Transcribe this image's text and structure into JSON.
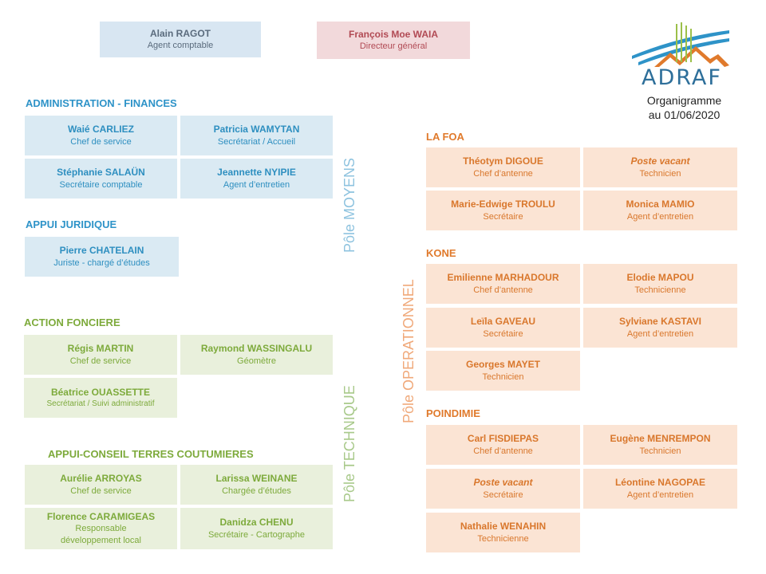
{
  "top": {
    "accountant": {
      "name": "Alain RAGOT",
      "role": "Agent comptable"
    },
    "director": {
      "name": "François Moe WAIA",
      "role": "Directeur général"
    }
  },
  "logo": {
    "text": "ADRAF"
  },
  "title": {
    "line1": "Organigramme",
    "line2": "au 01/06/2020"
  },
  "poles": {
    "moyens": "Pôle MOYENS",
    "technique": "Pôle TECHNIQUE",
    "operationnel": "Pôle OPERATIONNEL"
  },
  "sections": {
    "admin": {
      "title": "ADMINISTRATION - FINANCES",
      "people": [
        {
          "name": "Waié CARLIEZ",
          "role": "Chef de service"
        },
        {
          "name": "Patricia WAMYTAN",
          "role": "Secrétariat / Accueil"
        },
        {
          "name": "Stéphanie SALAÜN",
          "role": "Secrétaire comptable"
        },
        {
          "name": "Jeannette NYIPIE",
          "role": "Agent d’entretien"
        }
      ]
    },
    "juridique": {
      "title": "APPUI JURIDIQUE",
      "people": [
        {
          "name": "Pierre CHATELAIN",
          "role": "Juriste - chargé d’études"
        }
      ]
    },
    "fonciere": {
      "title": "ACTION FONCIERE",
      "people": [
        {
          "name": "Régis MARTIN",
          "role": "Chef de service"
        },
        {
          "name": "Raymond WASSINGALU",
          "role": "Géomètre"
        },
        {
          "name": "Béatrice OUASSETTE",
          "role": "Secrétariat / Suivi administratif"
        }
      ]
    },
    "coutumieres": {
      "title": "APPUI-CONSEIL TERRES COUTUMIERES",
      "people": [
        {
          "name": "Aurélie ARROYAS",
          "role": "Chef de service"
        },
        {
          "name": "Larissa WEINANE",
          "role": "Chargée d’études"
        },
        {
          "name": "Florence CARAMIGEAS",
          "role": "Responsable",
          "role2": "développement  local"
        },
        {
          "name": "Danidza CHENU",
          "role": "Secrétaire - Cartographe"
        }
      ]
    },
    "lafoa": {
      "title": "LA FOA",
      "people": [
        {
          "name": "Théotym DIGOUE",
          "role": "Chef d’antenne"
        },
        {
          "name": "Poste vacant",
          "role": "Technicien"
        },
        {
          "name": "Marie-Edwige TROULU",
          "role": "Secrétaire"
        },
        {
          "name": "Monica MAMIO",
          "role": "Agent d’entretien"
        }
      ]
    },
    "kone": {
      "title": "KONE",
      "people": [
        {
          "name": "Emilienne MARHADOUR",
          "role": "Chef d’antenne"
        },
        {
          "name": "Elodie MAPOU",
          "role": "Technicienne"
        },
        {
          "name": "Leïla GAVEAU",
          "role": "Secrétaire"
        },
        {
          "name": "Sylviane KASTAVI",
          "role": "Agent d’entretien"
        },
        {
          "name": "Georges MAYET",
          "role": "Technicien"
        }
      ]
    },
    "poindimie": {
      "title": "POINDIMIE",
      "people": [
        {
          "name": "Carl FISDIEPAS",
          "role": "Chef d’antenne"
        },
        {
          "name": "Eugène MENREMPON",
          "role": "Technicien"
        },
        {
          "name": "Poste vacant",
          "role": "Secrétaire"
        },
        {
          "name": "Léontine NAGOPAE",
          "role": "Agent d’entretien"
        },
        {
          "name": "Nathalie WENAHIN",
          "role": "Technicienne"
        }
      ]
    }
  },
  "colors": {
    "moyens": "#2e93c8",
    "technique": "#7daa3b",
    "operationnel": "#e07a2c",
    "director": "#b14a54"
  }
}
